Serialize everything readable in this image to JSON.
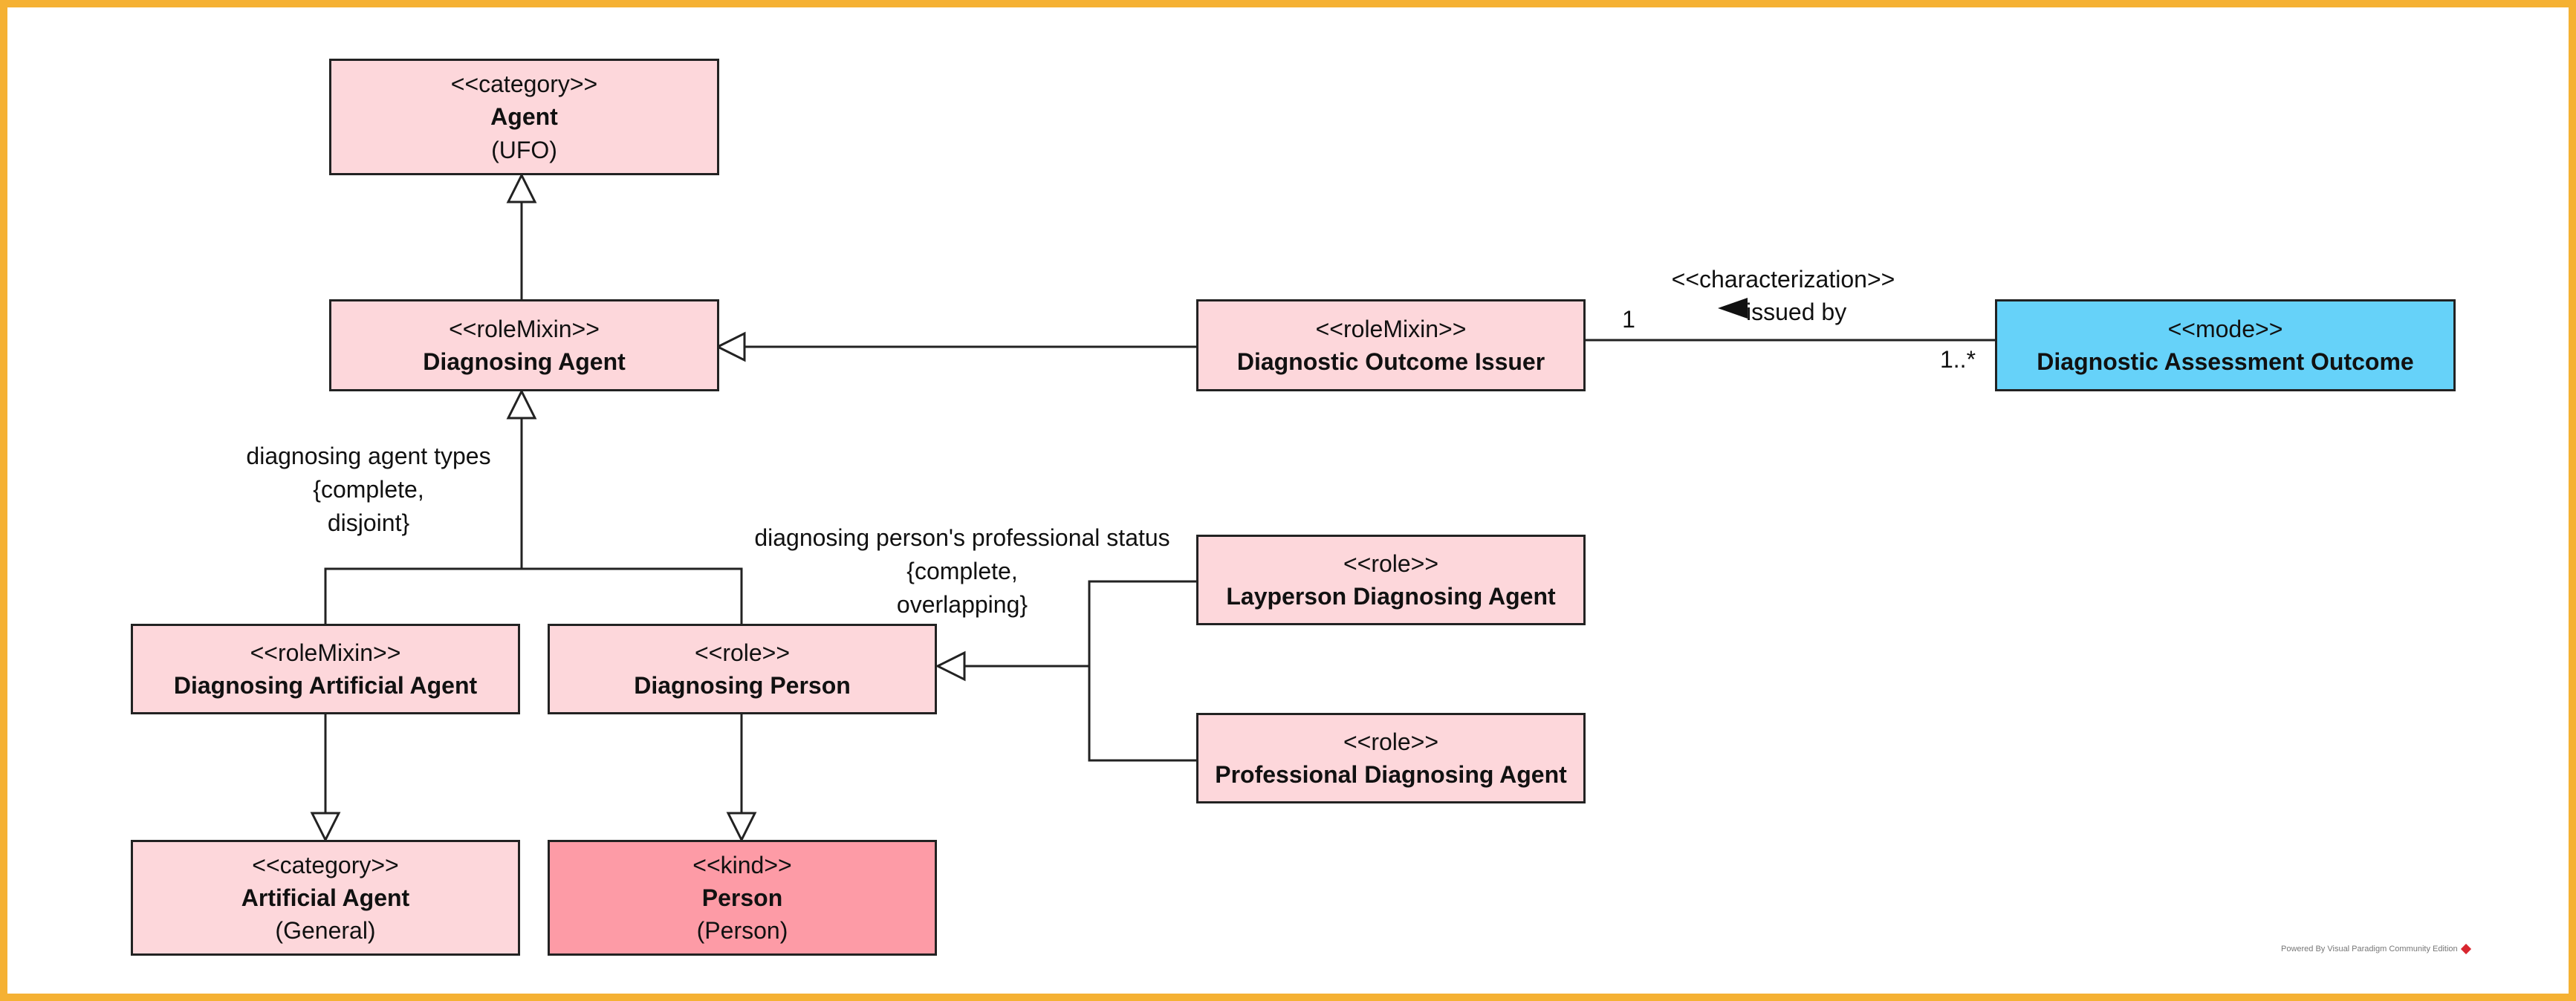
{
  "colors": {
    "frame": "#f5b133",
    "class_fill": "#fdd7db",
    "kind_fill": "#fd9ba6",
    "mode_fill": "#66d2f9",
    "line": "#222222"
  },
  "classes": {
    "agent": {
      "stereotype": "<<category>>",
      "name": "Agent",
      "note": "(UFO)"
    },
    "diagnosing_agent": {
      "stereotype": "<<roleMixin>>",
      "name": "Diagnosing Agent"
    },
    "diagnostic_outcome_issuer": {
      "stereotype": "<<roleMixin>>",
      "name": "Diagnostic Outcome Issuer"
    },
    "diagnostic_assessment_outcome": {
      "stereotype": "<<mode>>",
      "name": "Diagnostic Assessment Outcome"
    },
    "layperson_diagnosing_agent": {
      "stereotype": "<<role>>",
      "name": "Layperson Diagnosing Agent"
    },
    "professional_diagnosing_agent": {
      "stereotype": "<<role>>",
      "name": "Professional Diagnosing Agent"
    },
    "diagnosing_artificial_agent": {
      "stereotype": "<<roleMixin>>",
      "name": "Diagnosing Artificial Agent"
    },
    "diagnosing_person": {
      "stereotype": "<<role>>",
      "name": "Diagnosing Person"
    },
    "artificial_agent": {
      "stereotype": "<<category>>",
      "name": "Artificial Agent",
      "note": "(General)"
    },
    "person": {
      "stereotype": "<<kind>>",
      "name": "Person",
      "note": "(Person)"
    }
  },
  "association": {
    "stereotype": "<<characterization>>",
    "name": "issued by",
    "direction_icon": "triangle-left-icon",
    "source_multiplicity": "1",
    "target_multiplicity": "1..*"
  },
  "generalization_sets": {
    "agent_types": {
      "line1": "diagnosing agent types",
      "line2": "{complete,",
      "line3": "disjoint}"
    },
    "professional_status": {
      "line1": "diagnosing person's professional status",
      "line2": "{complete,",
      "line3": "overlapping}"
    }
  },
  "footer": {
    "credit": "Powered By  Visual Paradigm Community Edition",
    "credit_icon": "visual-paradigm-logo-icon"
  }
}
